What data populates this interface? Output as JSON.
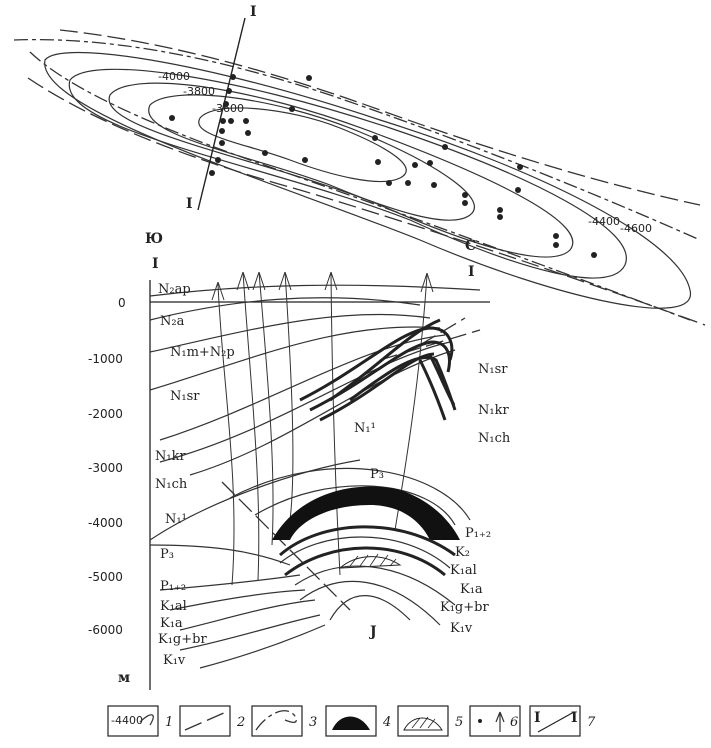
{
  "map": {
    "section_line_label_top": "I",
    "section_line_label_bottom": "I",
    "contours": [
      "-4000",
      "-3800",
      "-3600",
      "-4400",
      "-4600"
    ]
  },
  "section": {
    "side_left": "Ю",
    "side_right": "С",
    "end_left": "I",
    "end_right": "I",
    "depth_labels": [
      "0",
      "-1000",
      "-2000",
      "-3000",
      "-4000",
      "-5000",
      "-6000"
    ],
    "depth_unit": "м",
    "left_units": [
      "N₂ap",
      "N₂a",
      "N₁m+N₂p",
      "N₁sr",
      "N₁kr",
      "N₁ch",
      "N₁¹",
      "P₃",
      "P₁₊₂",
      "K₁al",
      "K₁a",
      "K₁g+br",
      "K₁v"
    ],
    "right_units": [
      "N₁sr",
      "N₁kr",
      "N₁ch"
    ],
    "center_units": [
      "N₁¹",
      "P₃"
    ],
    "deep_units": [
      "P₁₊₂",
      "K₂",
      "K₁al",
      "K₁a",
      "K₁g+br",
      "K₁v"
    ],
    "basement": "J"
  },
  "legend": {
    "sample_value": "-4400",
    "items": [
      "1",
      "2",
      "3",
      "4",
      "5",
      "6",
      "7"
    ],
    "item7_label_a": "I",
    "item7_label_b": "I"
  }
}
